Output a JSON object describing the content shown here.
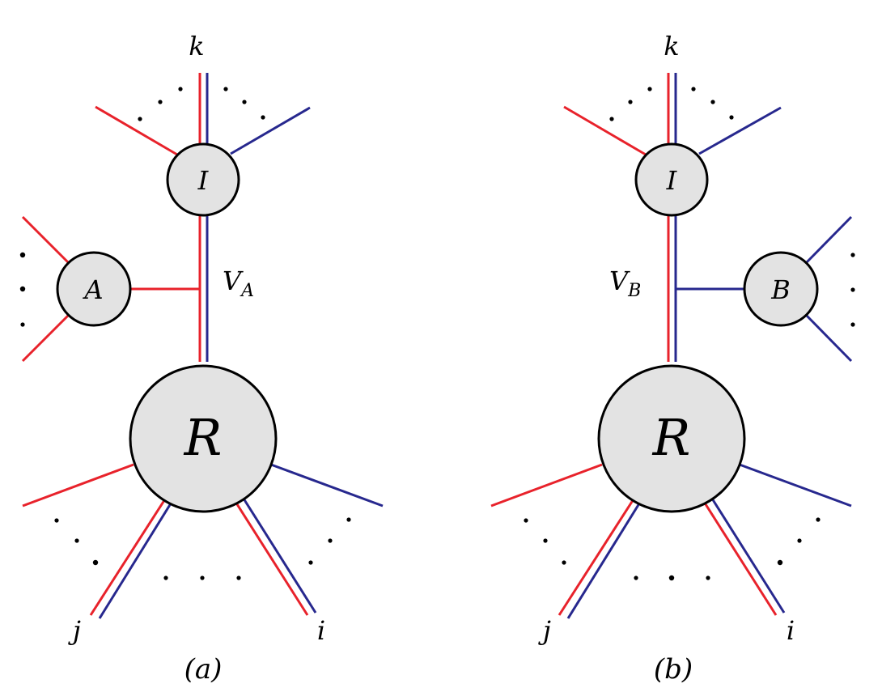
{
  "diagram_a": {
    "label_k": "k",
    "label_I": "I",
    "label_A": "A",
    "label_V_main": "V",
    "label_V_sub": "A",
    "label_R": "R",
    "label_j": "j",
    "label_i": "i",
    "caption": "(a)"
  },
  "diagram_b": {
    "label_k": "k",
    "label_I": "I",
    "label_B": "B",
    "label_V_main": "V",
    "label_V_sub": "B",
    "label_R": "R",
    "label_j": "j",
    "label_i": "i",
    "caption": "(b)"
  },
  "colors": {
    "red_line": "#e8222b",
    "blue_line": "#27288e",
    "node_fill": "#e3e3e3"
  }
}
